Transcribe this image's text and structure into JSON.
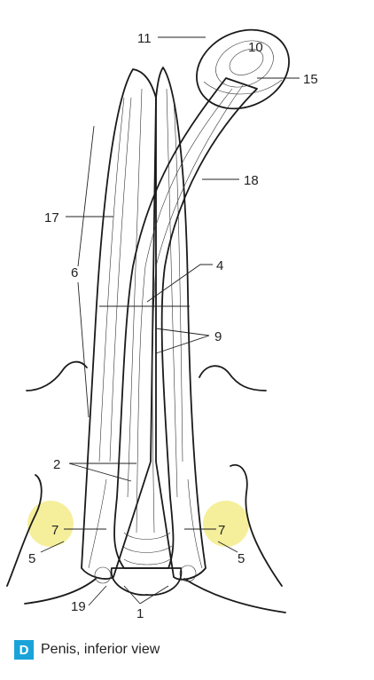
{
  "labels": {
    "l11": "11",
    "l10": "10",
    "l15": "15",
    "l18": "18",
    "l17": "17",
    "l6": "6",
    "l4": "4",
    "l9": "9",
    "l2": "2",
    "l7_left": "7",
    "l7_right": "7",
    "l5_left": "5",
    "l5_right": "5",
    "l19": "19",
    "l1": "1"
  },
  "highlight_color": "#f3ec8a",
  "caption": {
    "badge": "D",
    "text": "Penis, inferior view",
    "badge_color": "#1aa3d9"
  }
}
